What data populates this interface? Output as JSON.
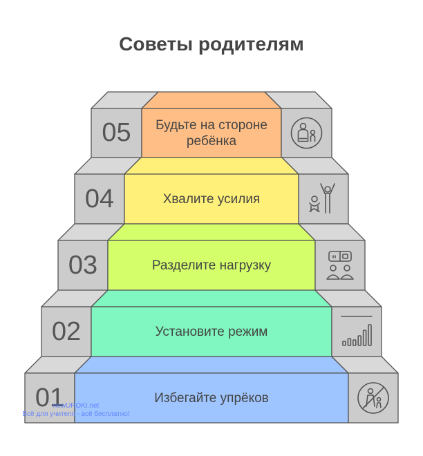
{
  "title": "Советы родителям",
  "steps": [
    {
      "number": "05",
      "label": "Будьте на стороне ребёнка",
      "color": "#ffbe85",
      "icon": "parent-child-icon"
    },
    {
      "number": "04",
      "label": "Хвалите усилия",
      "color": "#fff07a",
      "icon": "celebrating-child-icon"
    },
    {
      "number": "03",
      "label": "Разделите нагрузку",
      "color": "#d4ff6b",
      "icon": "shared-tasks-icon"
    },
    {
      "number": "02",
      "label": "Установите режим",
      "color": "#80f7c0",
      "icon": "bar-chart-icon"
    },
    {
      "number": "01",
      "label": "Избегайте упрёков",
      "color": "#9ec5ff",
      "icon": "no-blame-icon"
    }
  ],
  "colors": {
    "side_block": "#cccccc",
    "side_top": "#d9d9d9",
    "outline": "#555555",
    "text": "#444444"
  },
  "watermark": {
    "line1": "newUROKI.net",
    "line2": "Всё для учителя - всё бесплатно!"
  }
}
